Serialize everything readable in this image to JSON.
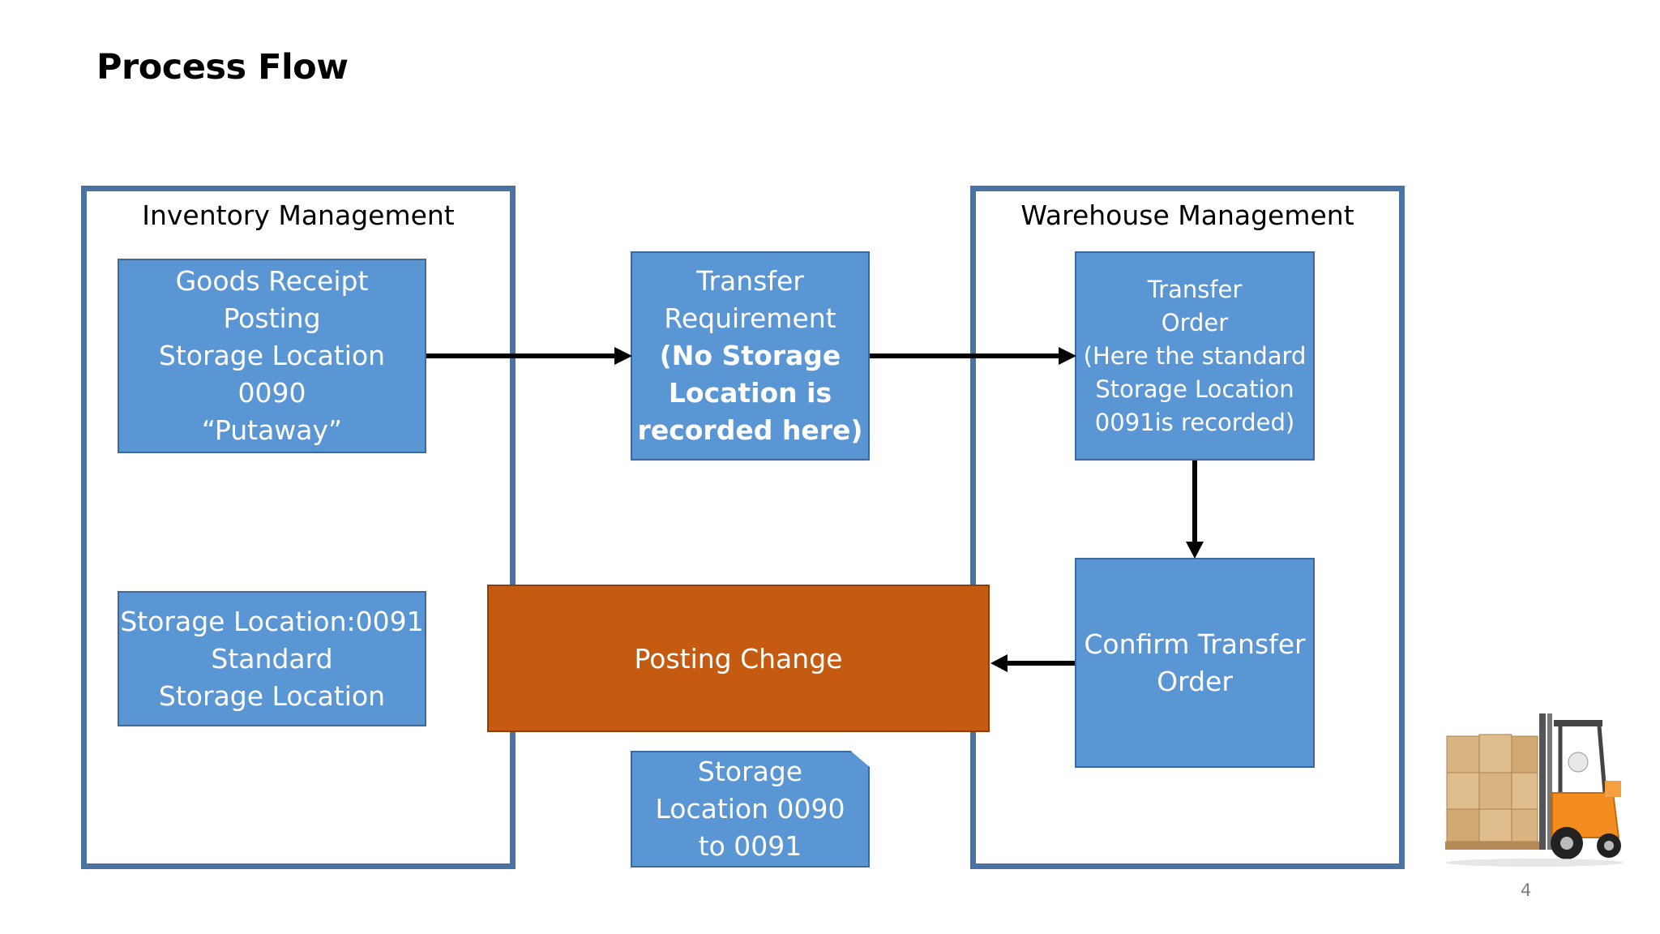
{
  "slide": {
    "title": "Process Flow",
    "page_number": "4"
  },
  "frames": {
    "inventory": {
      "label": "Inventory Management"
    },
    "warehouse": {
      "label": "Warehouse Management"
    }
  },
  "boxes": {
    "goods_receipt": [
      "Goods Receipt",
      "Posting",
      "Storage Location",
      "0090",
      "“Putaway”"
    ],
    "storage_0091": [
      "Storage Location:0091",
      "Standard",
      "Storage Location"
    ],
    "transfer_requirement": {
      "normal": [
        "Transfer",
        "Requirement"
      ],
      "bold": [
        "(No Storage",
        "Location is",
        "recorded here)"
      ]
    },
    "transfer_order": [
      "Transfer",
      "Order",
      "(Here the standard",
      "Storage Location",
      "0091is recorded)"
    ],
    "confirm_transfer_order": [
      "Confirm Transfer",
      "Order"
    ],
    "posting_change": "Posting Change",
    "storage_note": [
      "Storage",
      "Location 0090",
      "to 0091"
    ]
  },
  "colors": {
    "frame_border": "#4a72a3",
    "box_fill": "#5b96d4",
    "posting_change_fill": "#c55a11"
  },
  "icons": [
    "forklift-with-boxes-image",
    "arrow-right-icon",
    "arrow-down-icon",
    "arrow-left-icon"
  ]
}
